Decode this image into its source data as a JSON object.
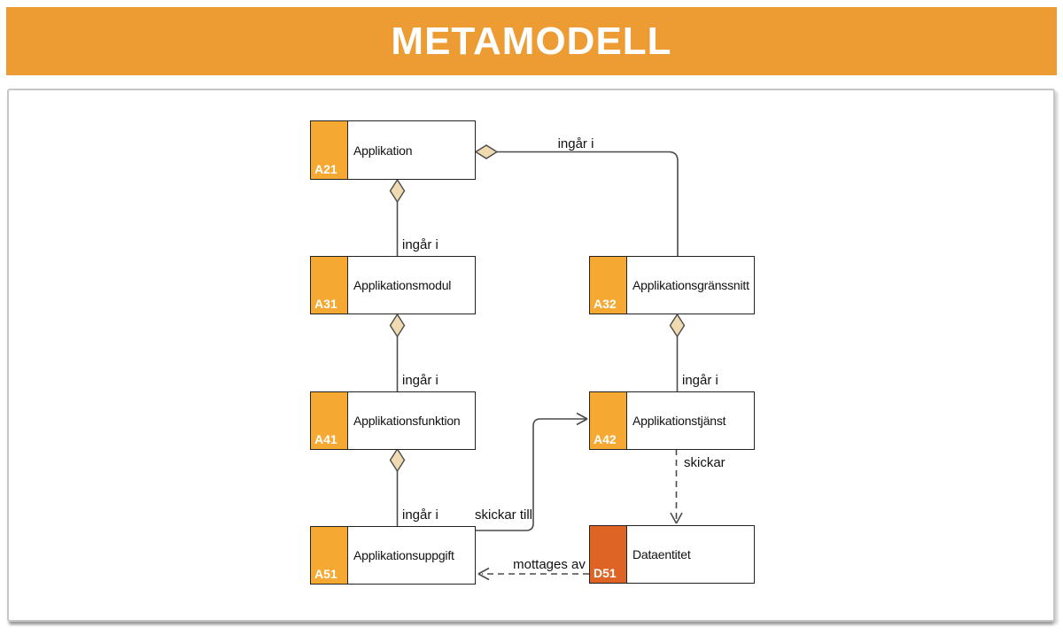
{
  "header": {
    "title": "METAMODELL"
  },
  "colors": {
    "banner_orange": "#ED9C33",
    "node_stripe_orange": "#F5A933",
    "node_stripe_red_orange": "#DD6424",
    "diamond_fill": "#F0DBB0",
    "line_color": "#4A4A4A"
  },
  "diagram": {
    "nodes": {
      "a21": {
        "code": "A21",
        "name": "Applikation"
      },
      "a31": {
        "code": "A31",
        "name": "Applikationsmodul"
      },
      "a32": {
        "code": "A32",
        "name": "Applikationsgränssnitt"
      },
      "a41": {
        "code": "A41",
        "name": "Applikationsfunktion"
      },
      "a42": {
        "code": "A42",
        "name": "Applikationstjänst"
      },
      "a51": {
        "code": "A51",
        "name": "Applikationsuppgift"
      },
      "d51": {
        "code": "D51",
        "name": "Dataentitet"
      }
    },
    "edges": {
      "a31_in_a21": {
        "label": "ingår i"
      },
      "a41_in_a31": {
        "label": "ingår i"
      },
      "a51_in_a41": {
        "label": "ingår i"
      },
      "a32_in_a21": {
        "label": "ingår i"
      },
      "a42_in_a32": {
        "label": "ingår i"
      },
      "a51_sends_to_a42": {
        "label": "skickar till"
      },
      "a42_sends_d51": {
        "label": "skickar"
      },
      "d51_received_by_a51": {
        "label": "mottages av"
      }
    }
  }
}
